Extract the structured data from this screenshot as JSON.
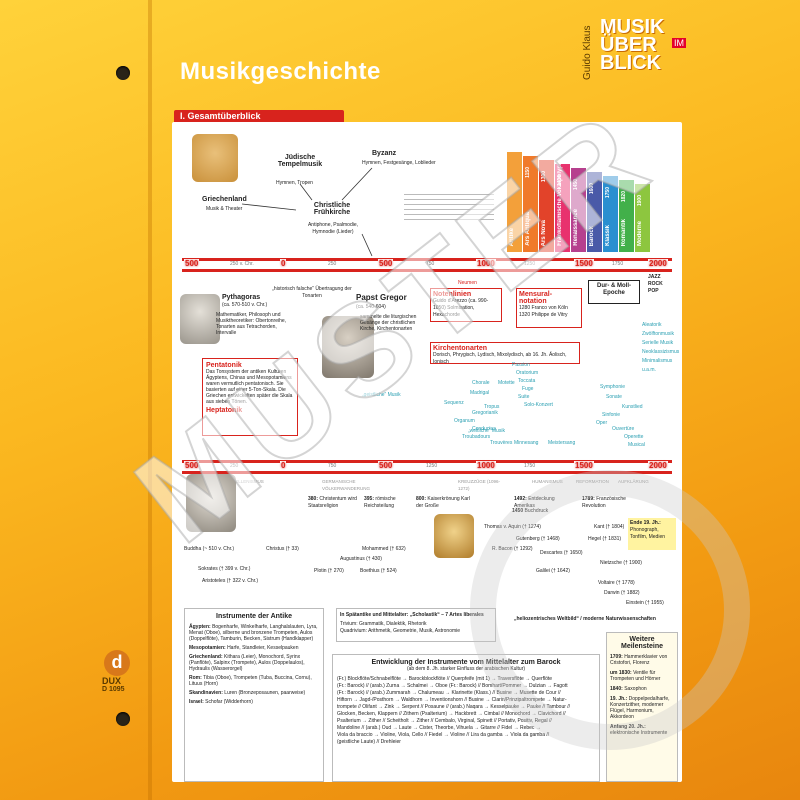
{
  "header": {
    "title": "Musikgeschichte",
    "author": "Guido Klaus",
    "logo_lines": [
      "MUSIK",
      "ÜBER",
      "BLICK"
    ],
    "logo_badge": "IM"
  },
  "section": {
    "label": "I. Gesamtüberblick"
  },
  "epochs": [
    {
      "label": "Antike",
      "color": "#f3a03a",
      "year": ""
    },
    {
      "label": "Ars Antiqua",
      "color": "#f07a2a",
      "year": "1150"
    },
    {
      "label": "Ars Nova",
      "color": "#e2432a",
      "year": "1300"
    },
    {
      "label": "Frankoflämische Vokalpolyphonie",
      "color": "#e8326e",
      "year": "1400"
    },
    {
      "label": "Renaissance",
      "color": "#b6408e",
      "year": "1450"
    },
    {
      "label": "Barock",
      "color": "#4a5aa8",
      "year": "1600"
    },
    {
      "label": "Klassik",
      "color": "#2a8fd0",
      "year": "1750"
    },
    {
      "label": "Romantik",
      "color": "#42b04a",
      "year": "1820"
    },
    {
      "label": "Moderne",
      "color": "#8dc63f",
      "year": "1900"
    }
  ],
  "timeline_top": {
    "ticks": [
      "500",
      "0",
      "500",
      "1000",
      "1500",
      "2000"
    ],
    "minor": [
      "250 v. Chr.",
      "250",
      "750",
      "1250",
      "1750"
    ]
  },
  "timeline_bottom": {
    "ticks": [
      "500",
      "0",
      "500",
      "1000",
      "1500",
      "2000"
    ],
    "minor": [
      "250",
      "750",
      "1250",
      "1750"
    ],
    "eras": [
      "HELLENISMUS",
      "GERMANISCHE VÖLKERWANDERUNG",
      "KREUZZÜGE (1096-1272)",
      "HUMANISMUS",
      "REFORMATION",
      "AUFKLÄRUNG"
    ]
  },
  "greek": {
    "title": "Griechenland",
    "sub": "Musik & Theater"
  },
  "jewish": {
    "title": "Jüdische Tempelmusik",
    "sub": "Hymnen, Tropen"
  },
  "byzanz": {
    "title": "Byzanz",
    "sub": "Hymnen, Festgesänge, Loblieder"
  },
  "christian": {
    "title": "Christliche Frühkirche",
    "sub": "Antiphone, Psalmodie, Hymnodie (Lieder)"
  },
  "pythagoras": {
    "name": "Pythagoras",
    "dates": "(ca. 570-510 v. Chr.)",
    "desc": "Mathematiker, Philosoph und Musiktheoretiker: Obertonreihe, Tonarten aus Tetrachorden, Intervalle"
  },
  "historisch": "„historisch falsche“ Übertragung der Tonarten",
  "gregor": {
    "name": "Papst Gregor",
    "dates": "(ca. 540-604)",
    "desc": "sammelte die liturgischen Gesänge der christlichen Kirche, Kirchentonarten"
  },
  "neumen": "Neumen",
  "notenlinien": {
    "title": "Notenlinien",
    "sub": "Guido d'Arezzo (ca. 990-1050) Solmisation, Hexachorde"
  },
  "mensural": {
    "title": "Mensural-notation",
    "l1": "1280 Franco von Köln",
    "l2": "1320 Philippe de Vitry"
  },
  "epoche": {
    "title": "Dur- & Moll-Epoche"
  },
  "jazz": [
    "JAZZ",
    "ROCK",
    "POP"
  ],
  "kirchen": {
    "title": "Kirchentonarten",
    "sub": "Dorisch, Phrygisch, Lydisch, Mixolydisch, ab 16. Jh. Äolisch, Ionisch"
  },
  "pentatonik": {
    "title": "Pentatonik",
    "desc": "Das Tonsystem der antiken Kulturen Ägyptens, Chinas und Mesopotamiens waren vermutlich pentatonisch. Sie basierten auf einer 5-Ton-Skala. Die Griechen entwickelten später die Skala aus sieben Tönen.",
    "title2": "Heptatonik"
  },
  "genres_right": [
    "Aleatorik",
    "Zwölftonmusik",
    "Serielle Musik",
    "Neoklassizismus",
    "Minimalismus",
    "u.a.m."
  ],
  "genres_mid": [
    "Passion",
    "Oratorium",
    "Toccata",
    "Fuge",
    "Suite",
    "Solo-Konzert",
    "Symphonie",
    "Sonate",
    "Kunstlied",
    "Sinfonie",
    "Oper",
    "Ouvertüre",
    "Operette",
    "Musical",
    "Chorale",
    "Motette",
    "Madrigal",
    "Tropus",
    "Sequenz",
    "Gregorianik",
    "Organum",
    "Conductus",
    "Troubadours",
    "Trouvères",
    "Minnesang",
    "Meistersang"
  ],
  "musik_labels": [
    "„geistliche“ Musik",
    "„weltliche“ Musik"
  ],
  "events": [
    {
      "year": "380:",
      "text": "Christentum wird Staatsreligion"
    },
    {
      "year": "395:",
      "text": "römische Reichsteilung"
    },
    {
      "year": "800:",
      "text": "Kaiserkrönung Karl der Große"
    },
    {
      "year": "1492:",
      "text": "Entdeckung Amerikas"
    },
    {
      "year": "1789:",
      "text": "Französische Revolution"
    },
    {
      "year": "1450",
      "text": "Buchdruck"
    }
  ],
  "ende19": {
    "title": "Ende 19. Jh.:",
    "text": "Phonograph, Tonfilm, Medien"
  },
  "people_left": [
    "Buddha (~ 510 v. Chr.)",
    "Christus († 33)",
    "Mohammed († 632)",
    "Augustinus († 430)",
    "Sokrates († 399 v. Chr.)",
    "Plotin († 270)",
    "Boethius († 524)",
    "Aristoteles († 322 v. Chr.)"
  ],
  "people_right": [
    "Thomas v. Aquin († 1274)",
    "Kant († 1804)",
    "Gutenberg († 1468)",
    "Hegel († 1831)",
    "R. Bacon († 1292)",
    "Descartes († 1650)",
    "Nietzsche († 1900)",
    "Galilei († 1642)",
    "Voltaire († 1778)",
    "Darwin († 1882)",
    "Einstein († 1955)"
  ],
  "weltbild": "„heliozentrisches Weltbild“ / moderne Naturwissenschaften",
  "instrumente_antike": {
    "title": "Instrumente der Antike",
    "entries": [
      {
        "k": "Ägypten:",
        "v": "Bogenharfe, Winkelharfe, Langhalslauten, Lyra, Menat (Oboe), silberne und bronzene Trompeten, Aulos (Doppelflöte), Tamburin, Becken, Sistrum (Handklapper)"
      },
      {
        "k": "Mesopotamien:",
        "v": "Harfe, Standleier, Kesselpauken"
      },
      {
        "k": "Griechenland:",
        "v": "Kithara (Leier), Monochord, Syrinx (Panflöte), Salpinx (Trompete), Aulos (Doppelaulos), Hydraulis (Wasserorgel)"
      },
      {
        "k": "Rom:",
        "v": "Tibia (Oboe), Trompeten (Tuba, Buccina, Cornu), Lituus (Horn)"
      },
      {
        "k": "Skandinavien:",
        "v": "Luren (Bronzeposaunen, paarweise)"
      },
      {
        "k": "Israel:",
        "v": "Schofar (Widderhorn)"
      }
    ]
  },
  "artes": {
    "title": "In Spätantike und Mittelalter: „Scholastik“ – 7 Artes liberales",
    "l1": "Trivium: Grammatik, Dialektik, Rhetorik",
    "l2": "Quadrivium: Arithmetik, Geometrie, Musik, Astronomie"
  },
  "entwicklung": {
    "title": "Entwicklung der Instrumente vom Mittelalter zum Barock",
    "sub": "(ab dem 8. Jh. starker Einfluss der arabischen Kultur)",
    "lines": [
      "(Fr.) Blockflöte/Schnabelflöte → Barockblockflöte // Querpfeife (mit 1) → Traversflöte → Querflöte",
      "(Fr.: Barock) // (arab.) Zurna → Schalmei → Oboe (Fr.: Barock) // Bomhart/Pommer → Dulzian → Fagott",
      "(Fr.: Barock) // (arab.) Zummarah → Chalumeau → Klarinette (Klass.) // Busine → Musette de Cour //",
      "Hiftorn → Jagd-/Posthorn → Waldhorn → Inventionshorn // Busine → Clarin/Prinzipaltrompete → Natur-",
      "trompete // Olifant → Zink → Serpent // Posaune // (arab.) Naqara → Kesselpauke → Pauke // Tambour //",
      "Glocken, Becken, Klappern // Zithern (Psalterium) → Hackbrett → Cimbal // Monochord → Clavichord //",
      "Psalterium → Zither // Scheitholt → Zither // Cembalo, Virginal, Spinett // Portativ, Positiv, Regal //",
      "Mandoline // (arab.) Oud → Laute → Cister, Theorbe, Vihuela → Gitarre // Fidel → Rebec →",
      "Viola da braccio → Violine, Viola, Cello // Fiedel → Violine // Lira da gamba → Viola da gamba //",
      "(geistliche Laute) // Drehleier"
    ]
  },
  "meilensteine": {
    "title": "Weitere Meilensteine",
    "entries": [
      {
        "k": "1709:",
        "v": "Hammerklavier von Cristofori, Florenz"
      },
      {
        "k": "um 1830:",
        "v": "Ventile für Trompeten und Hörner"
      },
      {
        "k": "1840:",
        "v": "Saxophon"
      },
      {
        "k": "19. Jh.:",
        "v": "Doppelpedalharfe, Konzertzither, moderner Flügel, Harmonium, Akkordeon"
      },
      {
        "k": "Anfang 20. Jh.:",
        "v": "elektronische Instrumente"
      }
    ]
  },
  "publisher": {
    "name": "DUX",
    "code": "D 1095",
    "mark": "d"
  },
  "watermark": "MUSTER"
}
